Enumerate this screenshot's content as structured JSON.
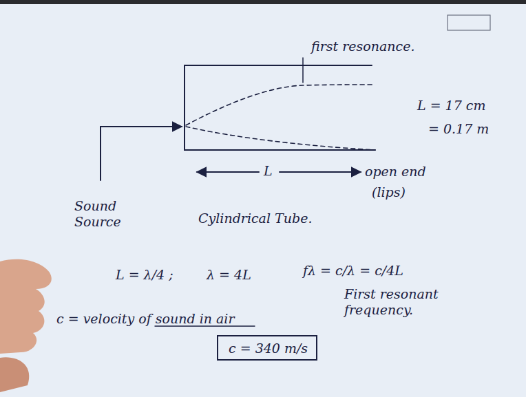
{
  "diagram": {
    "nodes": [
      {
        "text": [
          "c = 340 m/s"
        ]
      }
    ],
    "labels": [
      "first resonance.",
      "L = 17 cm",
      "= 0.17 m",
      "L",
      "open end",
      "(lips)",
      "Sound Source",
      "Cylindrical Tube.",
      "L = λ/4 ;",
      "λ = 4L",
      "fλ = c/λ = c/4L",
      "First resonant frequency.",
      "c = velocity of sound in air"
    ]
  }
}
